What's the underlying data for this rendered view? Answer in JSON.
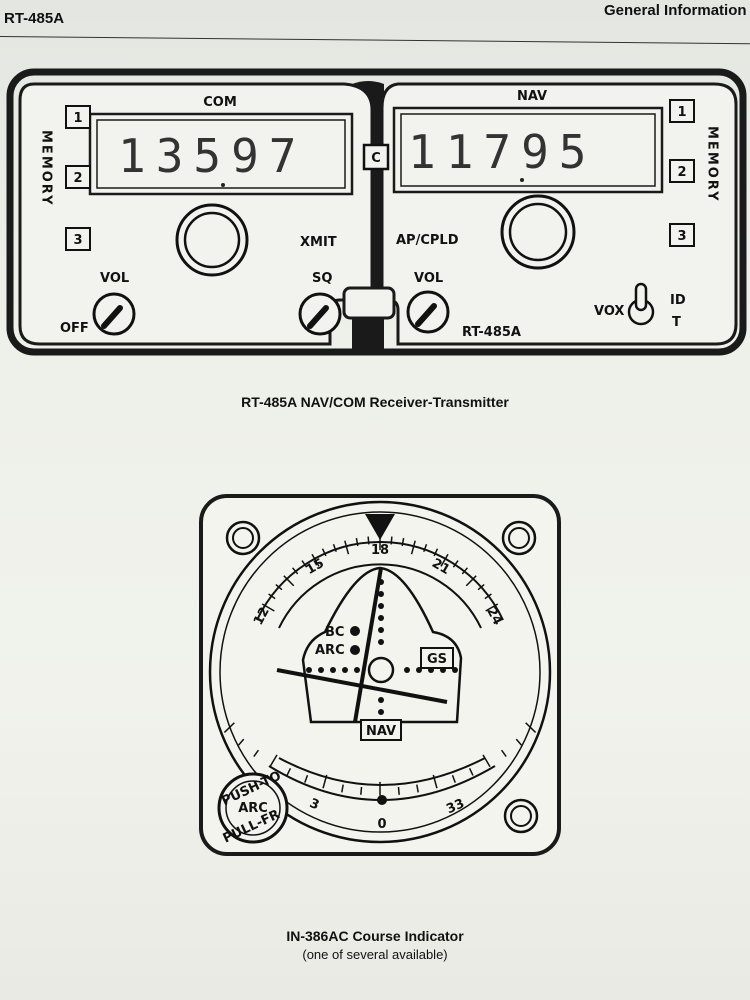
{
  "header": {
    "model": "RT-485A",
    "section": "General Information"
  },
  "radio": {
    "com": {
      "title": "COM",
      "frequency": "13597",
      "memory_label": "MEMORY",
      "buttons": [
        "1",
        "2",
        "3"
      ],
      "xmit": "XMIT",
      "vol": "VOL",
      "off": "OFF",
      "sq": "SQ"
    },
    "center_button": "C",
    "nav": {
      "title": "NAV",
      "frequency": "11795",
      "memory_label": "MEMORY",
      "buttons": [
        "1",
        "2",
        "3"
      ],
      "ap_cpld": "AP/CPLD",
      "vol": "VOL",
      "model": "RT-485A",
      "vox": "VOX",
      "id": "ID",
      "t": "T"
    },
    "caption": "RT-485A NAV/COM Receiver-Transmitter"
  },
  "indicator": {
    "top_scale": [
      "12",
      "15",
      "18",
      "21",
      "24"
    ],
    "bottom_scale": [
      "3",
      "0",
      "33"
    ],
    "flags": {
      "bc": "BC",
      "arc": "ARC",
      "gs": "GS",
      "nav": "NAV"
    },
    "knob": {
      "top": "PUSH-TO",
      "middle": "ARC",
      "bottom": "PULL-FR"
    },
    "caption": "IN-386AC Course Indicator",
    "subcaption": "(one of several available)"
  }
}
